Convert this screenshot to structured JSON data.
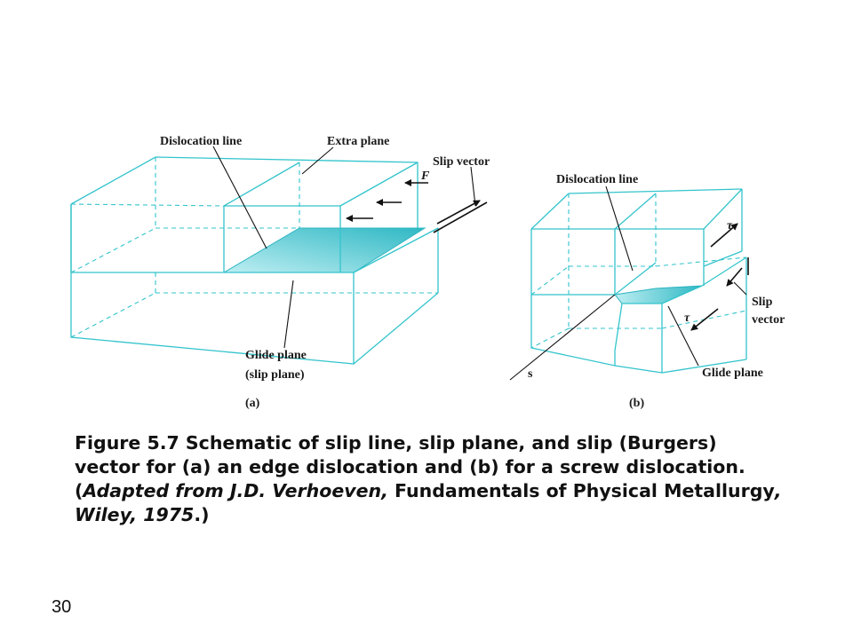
{
  "figure": {
    "a": {
      "label_dislocation_line": "Dislocation line",
      "label_extra_plane": "Extra plane",
      "label_slip_vector": "Slip vector",
      "label_force": "F",
      "label_glide_plane": "Glide plane",
      "label_slip_plane": "(slip plane)",
      "panel_label": "(a)"
    },
    "b": {
      "label_dislocation_line": "Dislocation line",
      "label_tau_top": "τ",
      "label_tau_bottom": "τ",
      "label_slip": "Slip",
      "label_vector": "vector",
      "label_s": "s",
      "label_glide_plane": "Glide plane",
      "panel_label": "(b)"
    }
  },
  "caption": {
    "part1": "Figure 5.7 Schematic of slip line, slip plane, and slip (Burgers) vector for (a) an edge dislocation and (b) for a screw dislocation. (",
    "italic1": "Adapted from J.D. Verhoeven,",
    "part2": " Fundamentals of Physical Metallurgy",
    "italic2": ", Wiley, 1975",
    "part3": ".)"
  },
  "page_number": "30",
  "colors": {
    "crystal_edge": "#33c4cc",
    "glide_plane_fill_start": "#a8e6ec",
    "glide_plane_fill_end": "#2fb8c4",
    "text": "#111111",
    "background": "#ffffff"
  }
}
